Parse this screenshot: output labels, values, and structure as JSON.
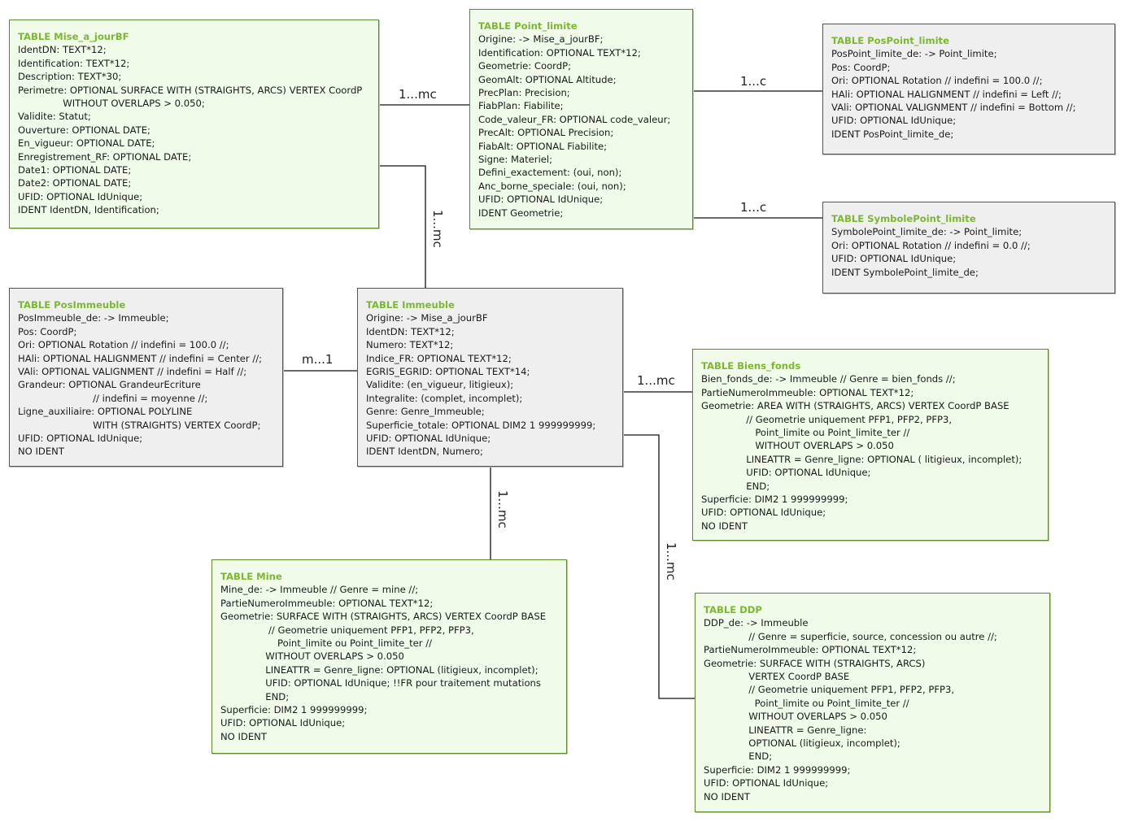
{
  "tables": {
    "mise_a_jour_bf": {
      "title": "TABLE Mise_a_jourBF",
      "lines": [
        "IdentDN: TEXT*12;",
        "Identification: TEXT*12;",
        "Description: TEXT*30;",
        "Perimetre: OPTIONAL SURFACE WITH (STRAIGHTS, ARCS) VERTEX CoordP",
        "               WITHOUT OVERLAPS > 0.050;",
        "Validite: Statut;",
        "Ouverture: OPTIONAL DATE;",
        "En_vigueur: OPTIONAL DATE;",
        "Enregistrement_RF: OPTIONAL DATE;",
        "Date1: OPTIONAL DATE;",
        "Date2: OPTIONAL DATE;",
        "UFID: OPTIONAL IdUnique;",
        "IDENT IdentDN, Identification;"
      ]
    },
    "point_limite": {
      "title": "TABLE Point_limite",
      "lines": [
        "Origine: -> Mise_a_jourBF;",
        "Identification: OPTIONAL TEXT*12;",
        "Geometrie: CoordP;",
        "GeomAlt: OPTIONAL Altitude;",
        "PrecPlan: Precision;",
        "FiabPlan: Fiabilite;",
        "Code_valeur_FR: OPTIONAL code_valeur;",
        "PrecAlt: OPTIONAL Precision;",
        "FiabAlt: OPTIONAL Fiabilite;",
        "Signe: Materiel;",
        "Defini_exactement: (oui, non);",
        "Anc_borne_speciale: (oui, non);",
        "UFID: OPTIONAL IdUnique;",
        "IDENT Geometrie;"
      ]
    },
    "pos_point_limite": {
      "title": "TABLE PosPoint_limite",
      "lines": [
        "PosPoint_limite_de: -> Point_limite;",
        "Pos: CoordP;",
        "Ori: OPTIONAL Rotation // indefini = 100.0 //;",
        "HAli: OPTIONAL HALIGNMENT // indefini = Left //;",
        "VAli: OPTIONAL VALIGNMENT // indefini = Bottom //;",
        "UFID: OPTIONAL IdUnique;",
        "IDENT PosPoint_limite_de;"
      ]
    },
    "symbole_point_limite": {
      "title": "TABLE SymbolePoint_limite",
      "lines": [
        "SymbolePoint_limite_de: -> Point_limite;",
        "Ori: OPTIONAL Rotation // indefini = 0.0 //;",
        "UFID: OPTIONAL IdUnique;",
        "IDENT SymbolePoint_limite_de;"
      ]
    },
    "pos_immeuble": {
      "title": "TABLE PosImmeuble",
      "lines": [
        "PosImmeuble_de: -> Immeuble;",
        "Pos: CoordP;",
        "Ori: OPTIONAL Rotation // indefini = 100.0 //;",
        "HAli: OPTIONAL HALIGNMENT // indefini = Center //;",
        "VAli: OPTIONAL VALIGNMENT // indefini = Half //;",
        "Grandeur: OPTIONAL GrandeurEcriture",
        "                         // indefini = moyenne //;",
        "Ligne_auxiliaire: OPTIONAL POLYLINE",
        "                         WITH (STRAIGHTS) VERTEX CoordP;",
        "UFID: OPTIONAL IdUnique;",
        "NO IDENT"
      ]
    },
    "immeuble": {
      "title": "TABLE Immeuble",
      "lines": [
        "Origine: -> Mise_a_jourBF",
        "IdentDN: TEXT*12;",
        "Numero: TEXT*12;",
        "Indice_FR: OPTIONAL TEXT*12;",
        "EGRIS_EGRID: OPTIONAL TEXT*14;",
        "Validite: (en_vigueur, litigieux);",
        "Integralite: (complet, incomplet);",
        "Genre: Genre_Immeuble;",
        "Superficie_totale: OPTIONAL DIM2 1 999999999;",
        "UFID: OPTIONAL IdUnique;",
        "IDENT IdentDN, Numero;"
      ]
    },
    "biens_fonds": {
      "title": "TABLE Biens_fonds",
      "lines": [
        "Bien_fonds_de: -> Immeuble // Genre = bien_fonds //;",
        "PartieNumeroImmeuble: OPTIONAL TEXT*12;",
        "Geometrie: AREA WITH (STRAIGHTS, ARCS) VERTEX CoordP BASE",
        "               // Geometrie uniquement PFP1, PFP2, PFP3,",
        "                  Point_limite ou Point_limite_ter //",
        "                  WITHOUT OVERLAPS > 0.050",
        "               LINEATTR = Genre_ligne: OPTIONAL ( litigieux, incomplet);",
        "               UFID: OPTIONAL IdUnique;",
        "               END;",
        "Superficie: DIM2 1 999999999;",
        "UFID: OPTIONAL IdUnique;",
        "NO IDENT"
      ]
    },
    "mine": {
      "title": "TABLE Mine",
      "lines": [
        "Mine_de: -> Immeuble // Genre = mine //;",
        "PartieNumeroImmeuble: OPTIONAL TEXT*12;",
        "Geometrie: SURFACE WITH (STRAIGHTS, ARCS) VERTEX CoordP BASE",
        "                // Geometrie uniquement PFP1, PFP2, PFP3,",
        "                   Point_limite ou Point_limite_ter //",
        "               WITHOUT OVERLAPS > 0.050",
        "               LINEATTR = Genre_ligne: OPTIONAL (litigieux, incomplet);",
        "               UFID: OPTIONAL IdUnique; !!FR pour traitement mutations",
        "               END;",
        "Superficie: DIM2 1 999999999;",
        "UFID: OPTIONAL IdUnique;",
        "NO IDENT"
      ]
    },
    "ddp": {
      "title": "TABLE DDP",
      "lines": [
        "DDP_de: -> Immeuble",
        "               // Genre = superficie, source, concession ou autre //;",
        "PartieNumeroImmeuble: OPTIONAL TEXT*12;",
        "Geometrie: SURFACE WITH (STRAIGHTS, ARCS)",
        "               VERTEX CoordP BASE",
        "               // Geometrie uniquement PFP1, PFP2, PFP3,",
        "                 Point_limite ou Point_limite_ter //",
        "               WITHOUT OVERLAPS > 0.050",
        "               LINEATTR = Genre_ligne:",
        "               OPTIONAL (litigieux, incomplet);",
        "               END;",
        "Superficie: DIM2 1 999999999;",
        "UFID: OPTIONAL IdUnique;",
        "NO IDENT"
      ]
    }
  },
  "cardinalities": {
    "mise_a_jour_to_point_limite": "1...mc",
    "mise_a_jour_to_immeuble": "1...mc",
    "point_limite_to_pos": "1...c",
    "point_limite_to_symbole": "1...c",
    "pos_immeuble_to_immeuble": "m...1",
    "immeuble_to_biens_fonds": "1...mc",
    "immeuble_to_mine": "1...mc",
    "immeuble_to_ddp": "1...mc"
  }
}
